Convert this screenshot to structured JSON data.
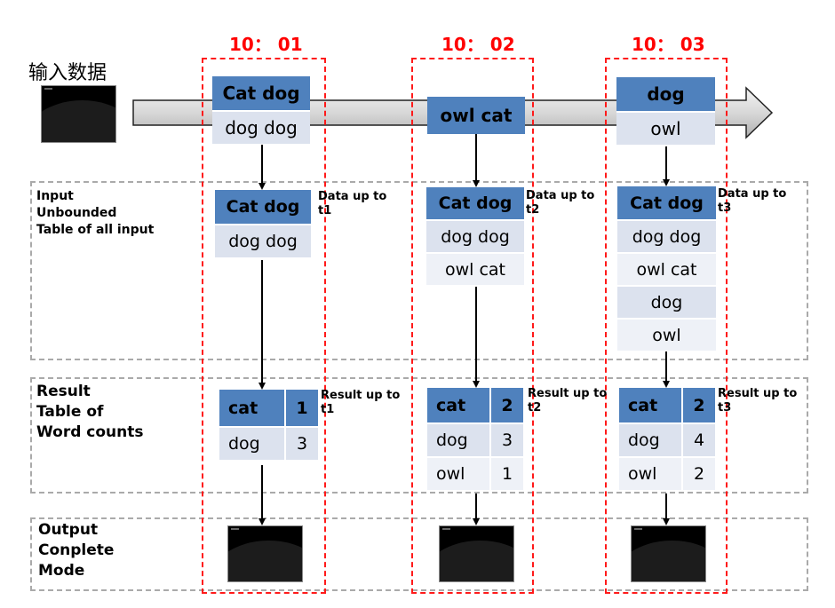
{
  "input_label": "输入数据",
  "times": [
    "10： 01",
    "10： 02",
    "10： 03"
  ],
  "bands": {
    "input": [
      "Input",
      "Unbounded",
      "Table of all input"
    ],
    "result": [
      "Result",
      "Table of",
      "Word counts"
    ],
    "output": [
      "Output",
      "Conplete",
      "Mode"
    ]
  },
  "columns": [
    {
      "arrivals": [
        "Cat dog",
        "dog dog"
      ],
      "input_table": [
        "Cat dog",
        "dog dog"
      ],
      "input_note": [
        "Data up to",
        "t1"
      ],
      "result_table": [
        [
          "cat",
          "1"
        ],
        [
          "dog",
          "3"
        ]
      ],
      "result_note": [
        "Result up to",
        "t1"
      ]
    },
    {
      "arrivals": [
        "owl cat"
      ],
      "input_table": [
        "Cat dog",
        "dog dog",
        "owl cat"
      ],
      "input_note": [
        "Data up to",
        "t2"
      ],
      "result_table": [
        [
          "cat",
          "2"
        ],
        [
          "dog",
          "3"
        ],
        [
          "owl",
          "1"
        ]
      ],
      "result_note": [
        "Result up to",
        "t2"
      ]
    },
    {
      "arrivals": [
        "dog",
        "owl"
      ],
      "input_table": [
        "Cat dog",
        "dog dog",
        "owl cat",
        "dog",
        "owl"
      ],
      "input_note": [
        "Data up to",
        "t3"
      ],
      "result_table": [
        [
          "cat",
          "2"
        ],
        [
          "dog",
          "4"
        ],
        [
          "owl",
          "2"
        ]
      ],
      "result_note": [
        "Result up to",
        "t3"
      ]
    }
  ],
  "colors": {
    "header": "#4f81bd",
    "cell": "#dce2ee",
    "dashed_red": "#ff1a1a",
    "dashed_gray": "#aaaaaa"
  }
}
